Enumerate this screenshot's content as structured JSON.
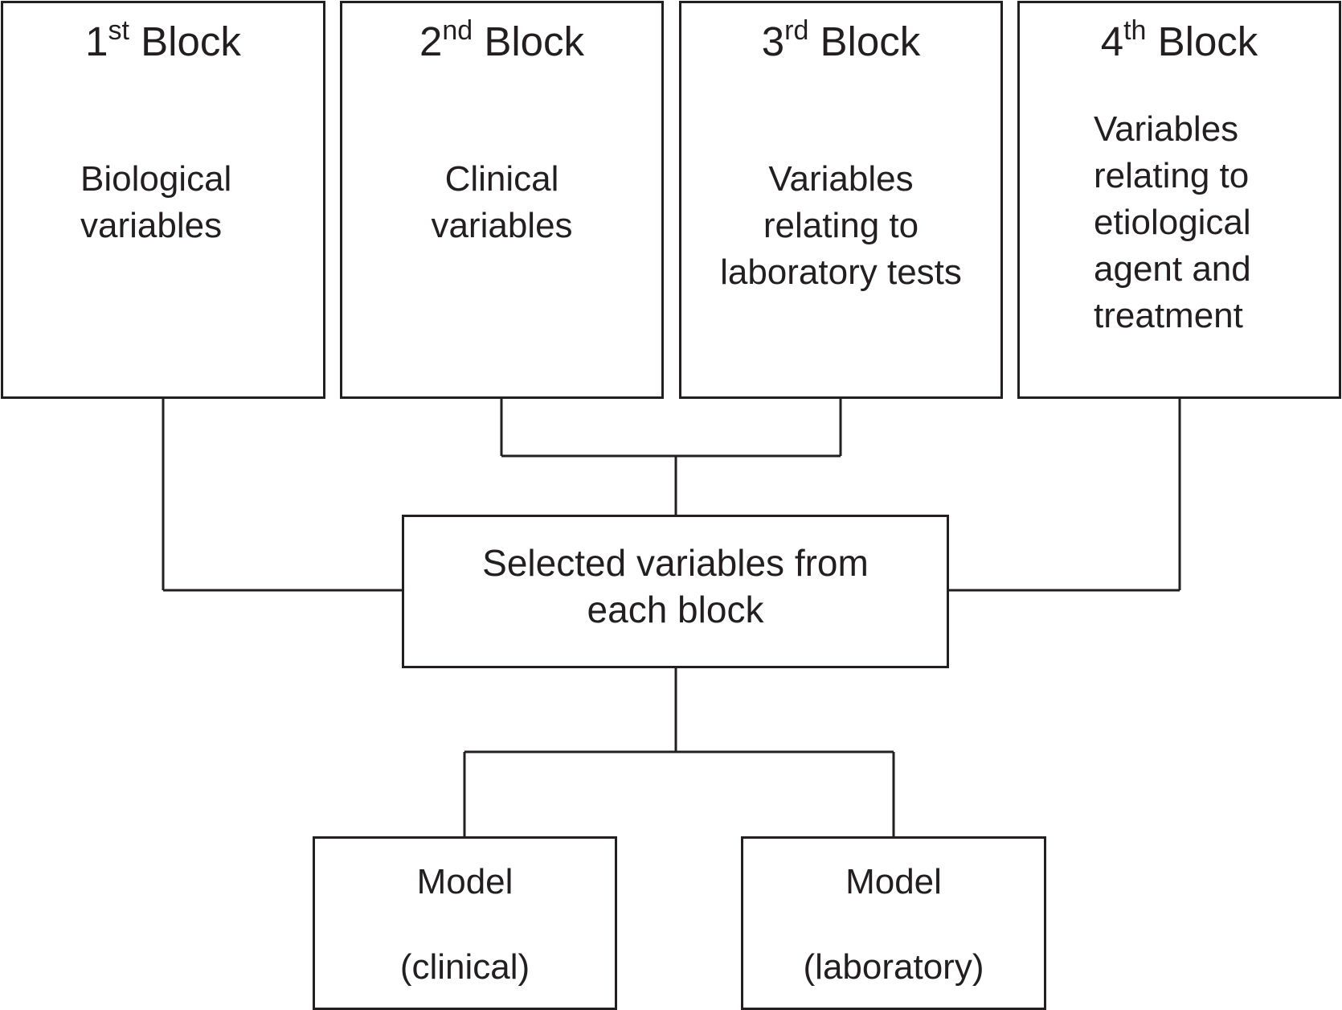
{
  "blocks": [
    {
      "ordinal": "1",
      "suffix": "st",
      "word": "Block",
      "text": "Biological\nvariables"
    },
    {
      "ordinal": "2",
      "suffix": "nd",
      "word": "Block",
      "text": "Clinical\nvariables"
    },
    {
      "ordinal": "3",
      "suffix": "rd",
      "word": "Block",
      "text": "Variables\nrelating to\nlaboratory tests"
    },
    {
      "ordinal": "4",
      "suffix": "th",
      "word": "Block",
      "text": "Variables\nrelating to\netiological\nagent and\ntreatment"
    }
  ],
  "selected": {
    "text": "Selected variables from\neach block"
  },
  "models": [
    {
      "title": "Model",
      "subtitle": "(clinical)"
    },
    {
      "title": "Model",
      "subtitle": "(laboratory)"
    }
  ],
  "colors": {
    "stroke": "#231f20",
    "background": "#ffffff"
  }
}
